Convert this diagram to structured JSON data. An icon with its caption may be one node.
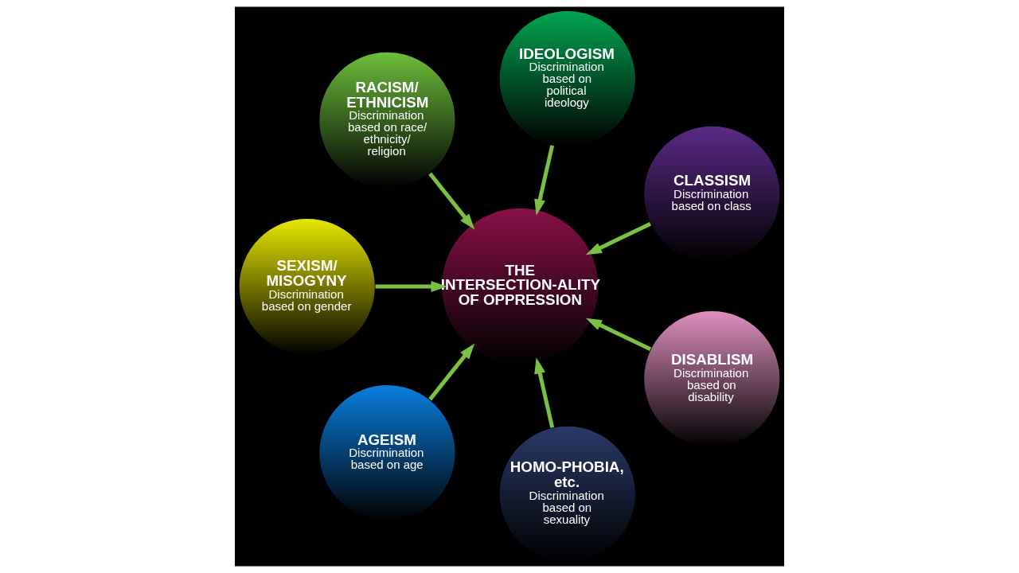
{
  "diagram": {
    "nodes": [
      {
        "text": [
          "CLASSISM",
          "Discrimination based on class"
        ]
      },
      {
        "text": [
          "IDEOLOGISM",
          "Discrimination based on political ideology"
        ]
      },
      {
        "text": [
          "RACISM/ ETHNICISM",
          "Discrimination based on race/ ethnicity/ religion"
        ]
      },
      {
        "text": [
          "THE INTERSECTION-ALITY OF OPPRESSION"
        ]
      },
      {
        "text": [
          "SEXISM/ MISOGYNY",
          "Discrimination based on gender"
        ]
      },
      {
        "text": [
          "AGEISM",
          "Discrimination based on age"
        ]
      },
      {
        "text": [
          "HOMO-PHOBIA, etc.",
          "Discrimination based on sexuality"
        ]
      },
      {
        "text": [
          "DISABLISM",
          "Discrimination based on disability"
        ]
      }
    ],
    "edges": [
      {
        "from": 0,
        "to": 3,
        "arrow": "to"
      },
      {
        "from": 1,
        "to": 3,
        "arrow": "to"
      },
      {
        "from": 2,
        "to": 3,
        "arrow": "to"
      },
      {
        "from": 4,
        "to": 3,
        "arrow": "to"
      },
      {
        "from": 5,
        "to": 3,
        "arrow": "to"
      },
      {
        "from": 6,
        "to": 3,
        "arrow": "to"
      },
      {
        "from": 7,
        "to": 3,
        "arrow": "to"
      }
    ]
  }
}
